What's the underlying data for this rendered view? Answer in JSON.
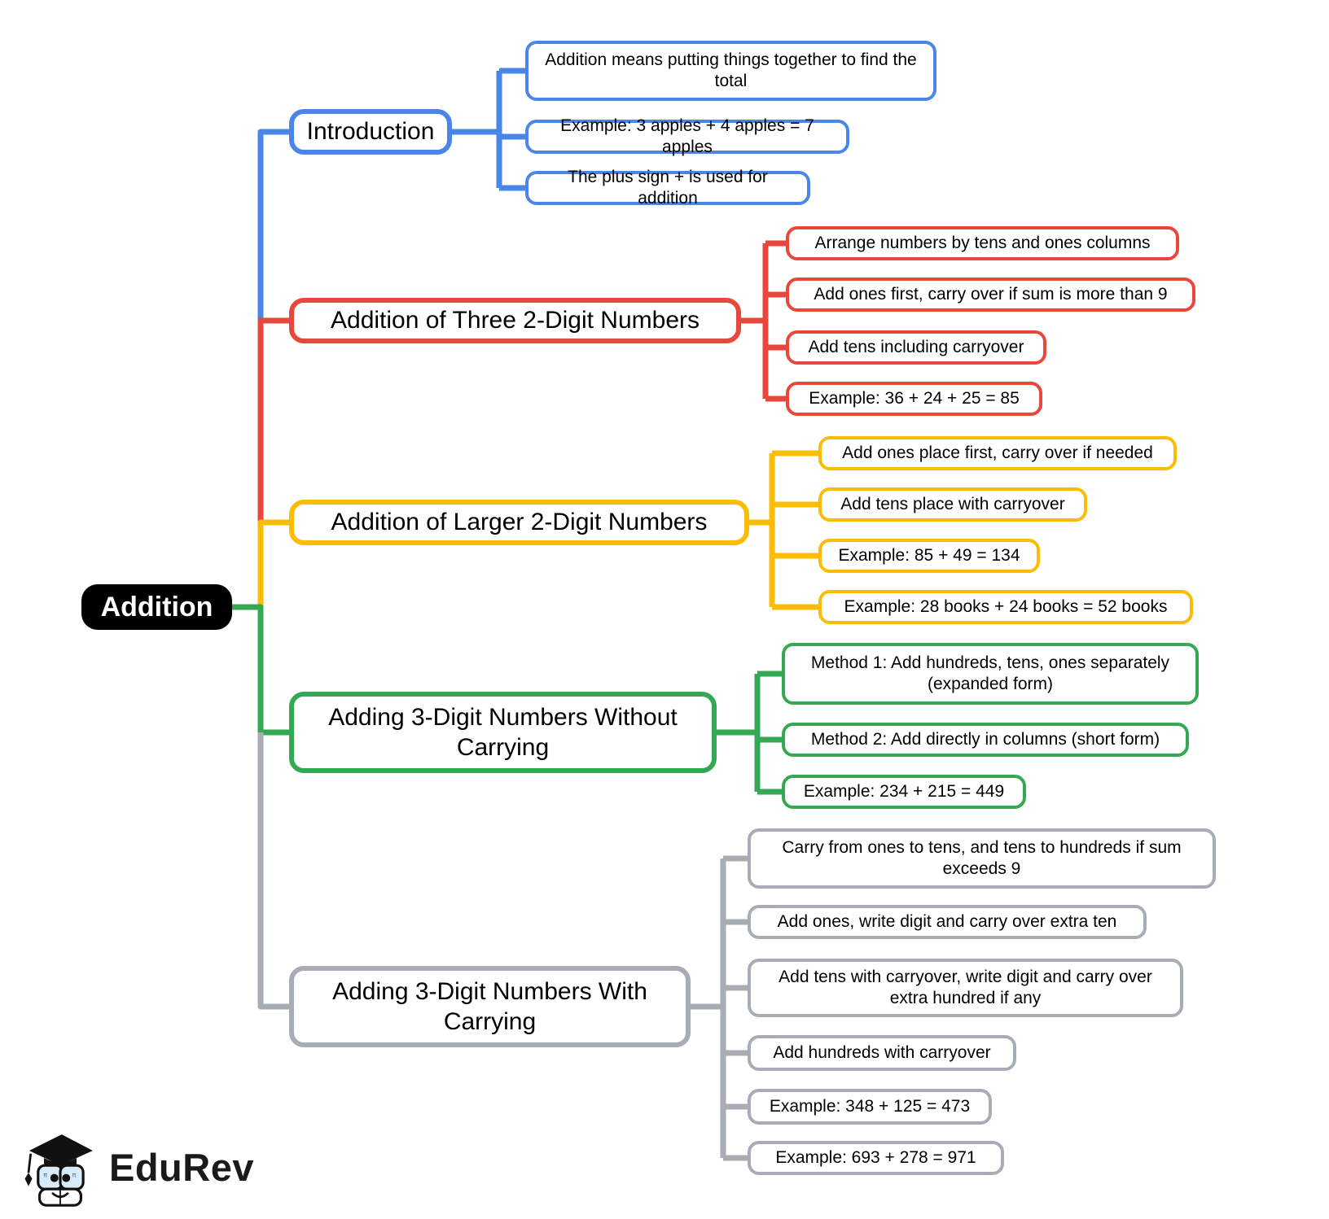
{
  "root": {
    "label": "Addition"
  },
  "branches": [
    {
      "label": "Introduction",
      "color": "#4A86E8",
      "children": [
        "Addition means putting things together to find the total",
        "Example: 3 apples + 4 apples = 7 apples",
        "The plus sign + is used for addition"
      ]
    },
    {
      "label": "Addition of Three 2-Digit Numbers",
      "color": "#E8473C",
      "children": [
        "Arrange numbers by tens and ones columns",
        "Add ones first, carry over if sum is more than 9",
        "Add tens including carryover",
        "Example: 36 + 24 + 25 = 85"
      ]
    },
    {
      "label": "Addition of Larger 2-Digit Numbers",
      "color": "#FBBC05",
      "children": [
        "Add ones place first, carry over if needed",
        "Add tens place with carryover",
        "Example: 85 + 49 = 134",
        "Example: 28 books + 24 books = 52 books"
      ]
    },
    {
      "label": "Adding 3-Digit Numbers Without Carrying",
      "color": "#34A853",
      "children": [
        "Method 1: Add hundreds, tens, ones separately (expanded form)",
        "Method 2: Add directly in columns (short form)",
        "Example: 234 + 215 = 449"
      ]
    },
    {
      "label": "Adding 3-Digit Numbers With Carrying",
      "color": "#A8ADB5",
      "children": [
        "Carry from ones to tens, and tens to hundreds if sum exceeds 9",
        "Add ones, write digit and carry over extra ten",
        "Add tens with carryover, write digit and carry over extra hundred if any",
        "Add hundreds with carryover",
        "Example: 348 + 125 = 473",
        "Example: 693 + 278 = 971"
      ]
    }
  ],
  "colors": {
    "root_bg": "#000000",
    "root_text": "#ffffff",
    "node_bg": "#ffffff",
    "text": "#000000",
    "background": "#ffffff"
  },
  "logo": {
    "text": "EduRev"
  }
}
